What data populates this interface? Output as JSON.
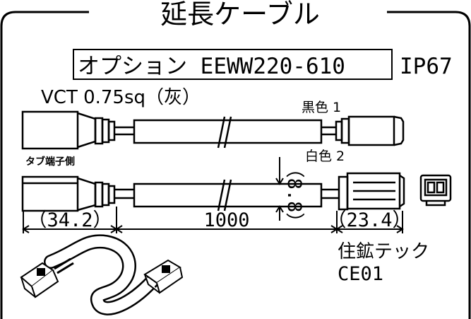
{
  "title": "延長ケーブル",
  "option": {
    "text": "オプション EEWW220-610"
  },
  "rating": "IP67",
  "cable_spec": "VCT 0.75sq（灰）",
  "wires": {
    "black": "黒色 1",
    "white": "白色 2"
  },
  "tab_side": "タブ端子側",
  "dimensions": {
    "left": "（34.2）",
    "middle": "1000",
    "right": "（23.4）",
    "diameter": "（8.8）"
  },
  "maker": {
    "name": "住鉱テック",
    "code": "CE01"
  }
}
